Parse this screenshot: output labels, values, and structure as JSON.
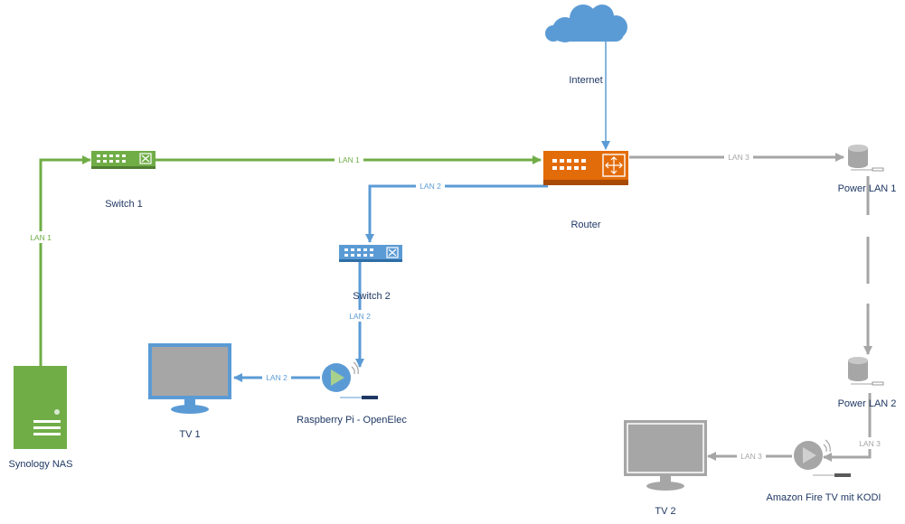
{
  "colors": {
    "green": "#70ad47",
    "blue": "#5b9bd5",
    "gray": "#a6a6a6",
    "orange": "#e36c0a",
    "label": "#1f3864"
  },
  "nodes": {
    "internet": "Internet",
    "switch1": "Switch 1",
    "router": "Router",
    "power_lan_1": "Power LAN 1",
    "switch2": "Switch 2",
    "power_lan_2": "Power LAN 2",
    "tv1": "TV 1",
    "raspberry": "Raspberry Pi - OpenElec",
    "nas": "Synology NAS",
    "tv2": "TV 2",
    "firetv": "Amazon Fire TV mit KODI"
  },
  "connections": {
    "nas_switch1": "LAN 1",
    "switch1_router": "LAN 1",
    "router_switch2": "LAN 2",
    "router_power1": "LAN 3",
    "switch2_raspberry": "LAN 2",
    "raspberry_tv1": "LAN 2",
    "power2_firetv": "LAN 3",
    "firetv_tv2": "LAN 3"
  }
}
